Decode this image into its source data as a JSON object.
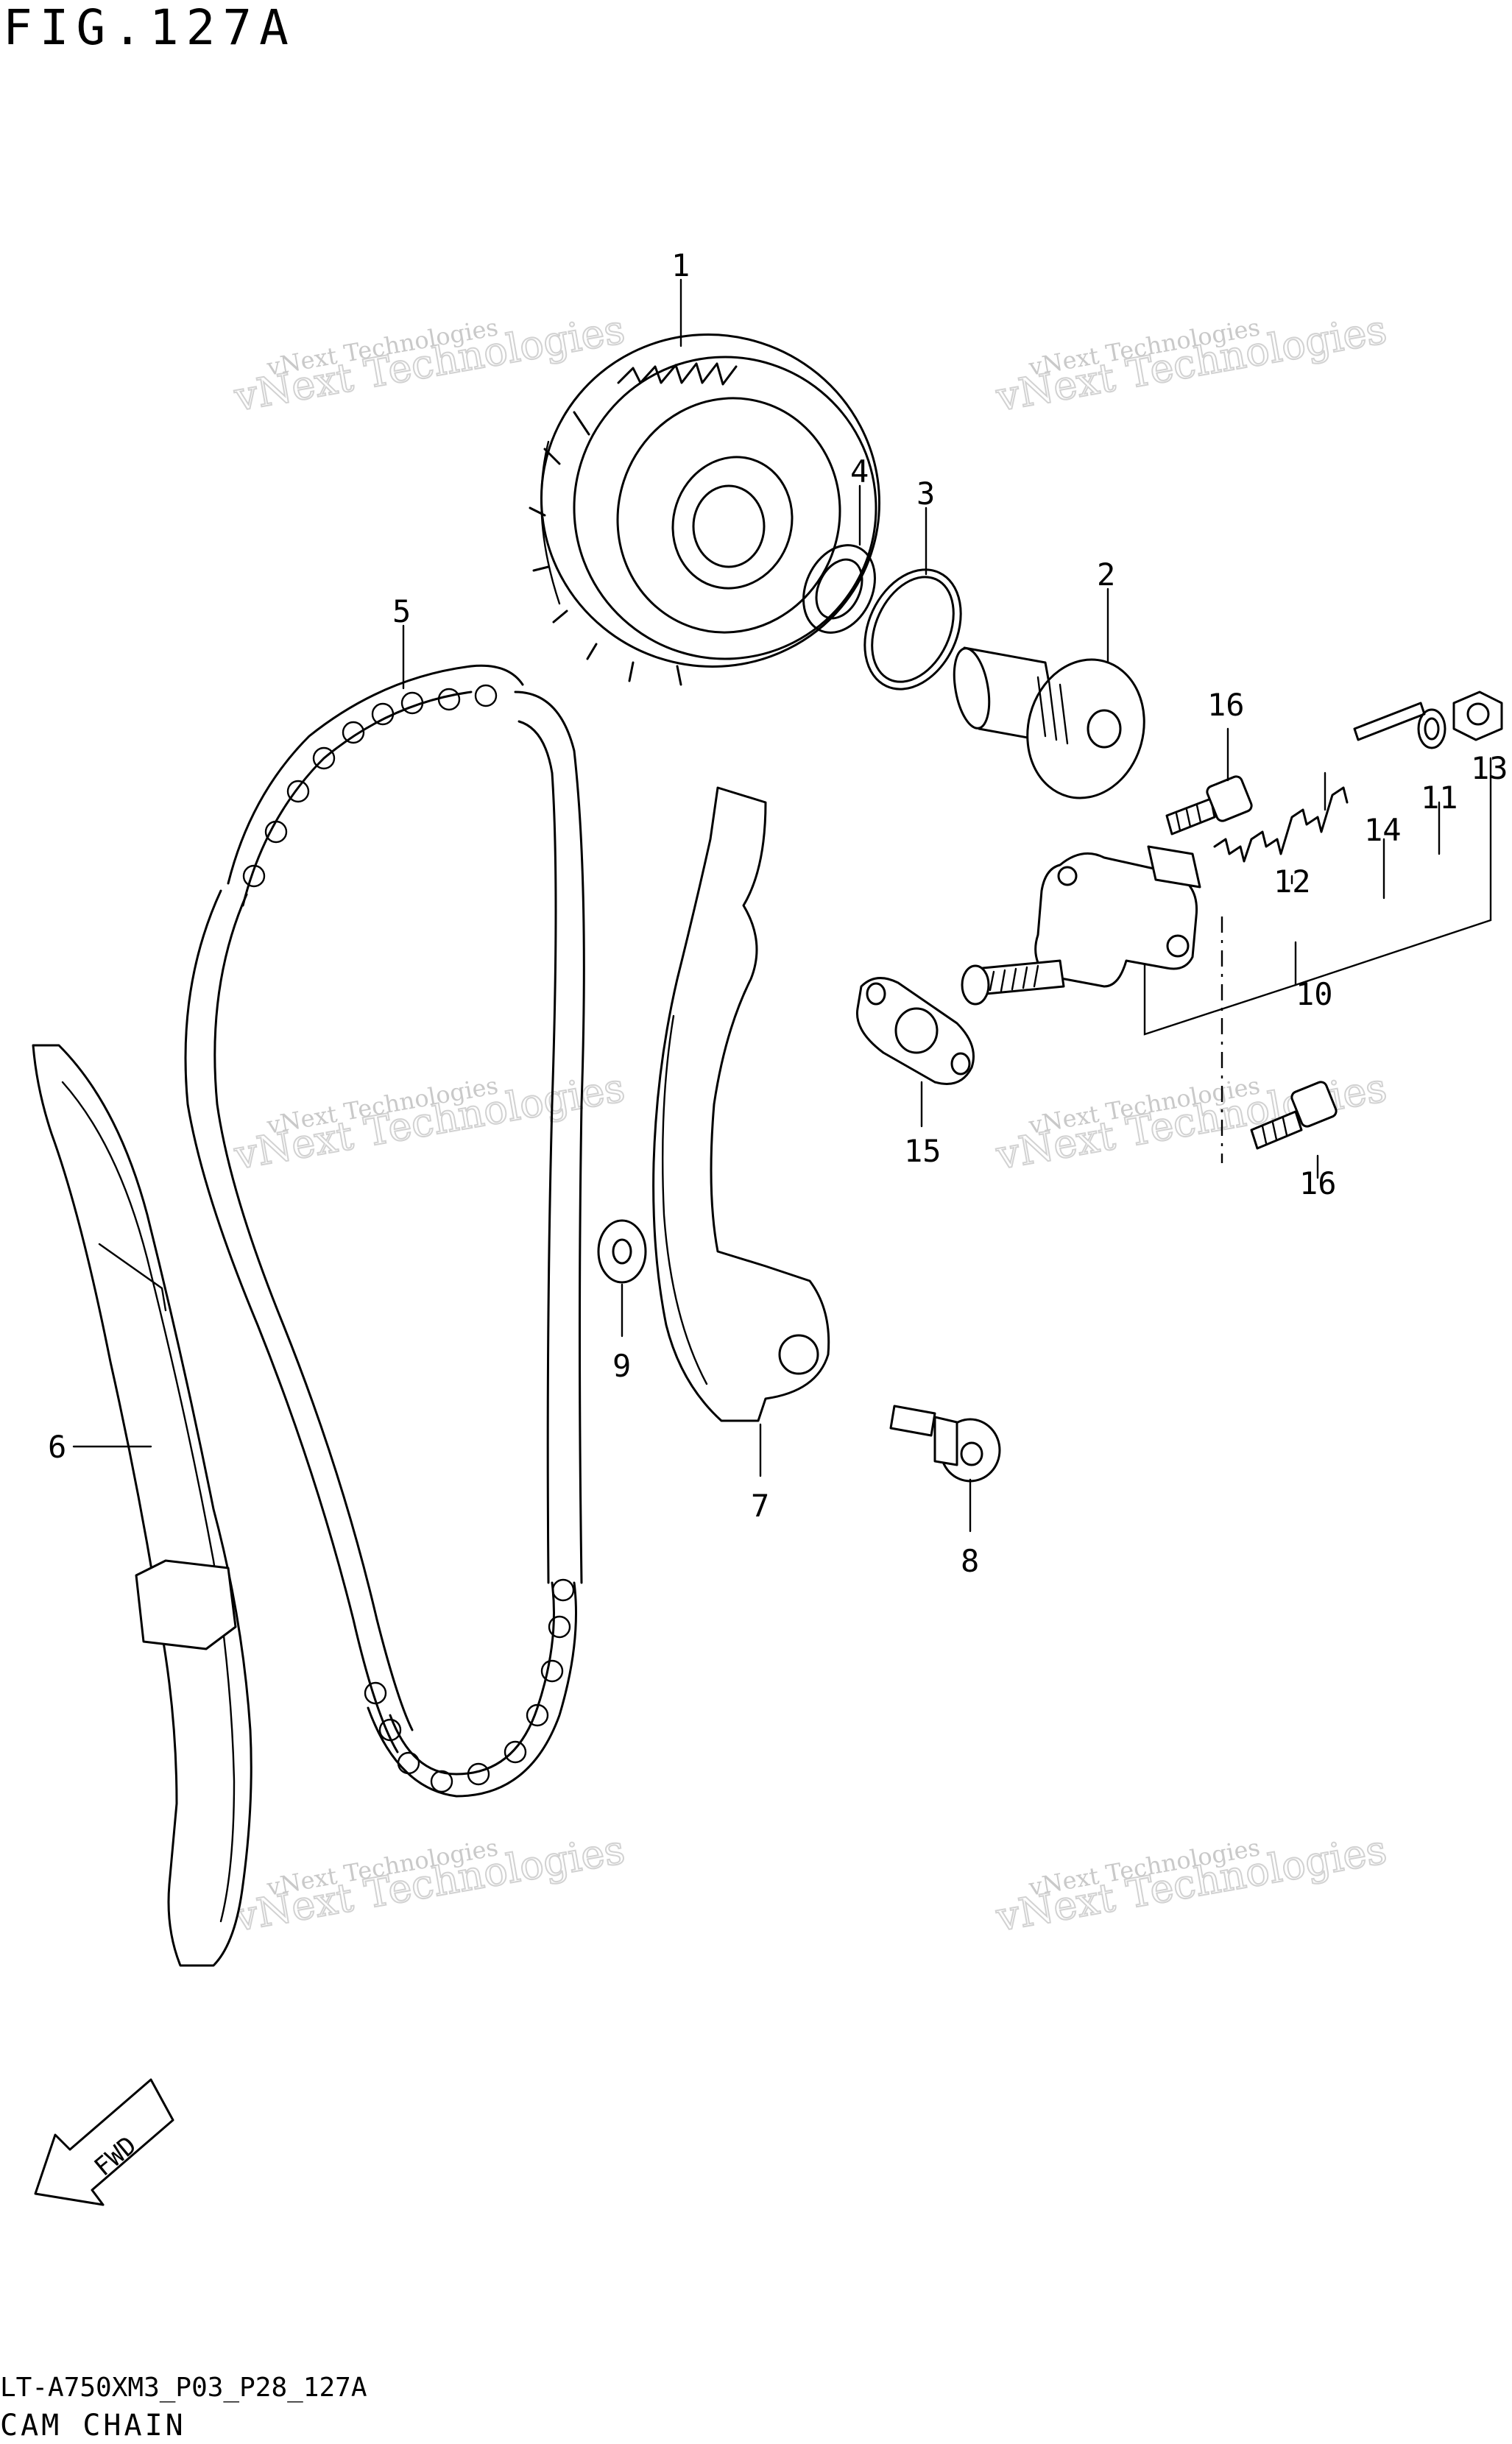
{
  "figure_label": "FIG.127A",
  "footer_code": "LT-A750XM3_P03_P28_127A",
  "section_title": "CAM CHAIN",
  "direction_marker": "FWD",
  "watermark": {
    "line1": "vNext Technologies",
    "line2": "vNext Technologies"
  },
  "callouts": [
    {
      "number": "1",
      "part": "cam chain drive sprocket"
    },
    {
      "number": "2",
      "part": "shaft"
    },
    {
      "number": "3",
      "part": "o-ring"
    },
    {
      "number": "4",
      "part": "washer"
    },
    {
      "number": "5",
      "part": "cam chain"
    },
    {
      "number": "6",
      "part": "chain guide"
    },
    {
      "number": "7",
      "part": "chain tensioner"
    },
    {
      "number": "8",
      "part": "bolt"
    },
    {
      "number": "9",
      "part": "washer"
    },
    {
      "number": "10",
      "part": "tensioner adjuster"
    },
    {
      "number": "11",
      "part": "gasket"
    },
    {
      "number": "12",
      "part": "spring"
    },
    {
      "number": "13",
      "part": "cap bolt"
    },
    {
      "number": "14",
      "part": "rod"
    },
    {
      "number": "15",
      "part": "gasket"
    },
    {
      "number": "16",
      "part": "bolt"
    }
  ]
}
